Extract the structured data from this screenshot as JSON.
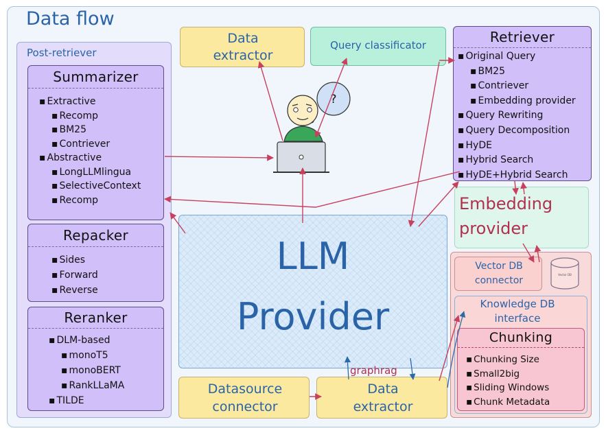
{
  "title": "Data flow",
  "post_retriever": {
    "label": "Post-retriever",
    "summarizer": {
      "title": "Summarizer",
      "items": [
        {
          "text": "Extractive",
          "indent": 0
        },
        {
          "text": "Recomp",
          "indent": 1
        },
        {
          "text": "BM25",
          "indent": 1
        },
        {
          "text": "Contriever",
          "indent": 1
        },
        {
          "text": "Abstractive",
          "indent": 0
        },
        {
          "text": "LongLLMlingua",
          "indent": 1
        },
        {
          "text": "SelectiveContext",
          "indent": 1
        },
        {
          "text": "Recomp",
          "indent": 1
        }
      ]
    },
    "repacker": {
      "title": "Repacker",
      "items": [
        {
          "text": "Sides",
          "indent": 1
        },
        {
          "text": "Forward",
          "indent": 1
        },
        {
          "text": "Reverse",
          "indent": 1
        }
      ]
    },
    "reranker": {
      "title": "Reranker",
      "items": [
        {
          "text": "DLM-based",
          "indent": 0
        },
        {
          "text": "monoT5",
          "indent": 1
        },
        {
          "text": "monoBERT",
          "indent": 1
        },
        {
          "text": "RankLLaMA",
          "indent": 1
        },
        {
          "text": "TILDE",
          "indent": 0
        }
      ]
    }
  },
  "data_extractor_top": "Data extractor",
  "query_classificator": "Query classificator",
  "question_mark": "?",
  "retriever": {
    "title": "Retriever",
    "items": [
      {
        "text": "Original Query",
        "indent": 0
      },
      {
        "text": "BM25",
        "indent": 1
      },
      {
        "text": "Contriever",
        "indent": 1
      },
      {
        "text": "Embedding provider",
        "indent": 1
      },
      {
        "text": "Query Rewriting",
        "indent": 0
      },
      {
        "text": "Query Decomposition",
        "indent": 0
      },
      {
        "text": "HyDE",
        "indent": 0
      },
      {
        "text": "Hybrid Search",
        "indent": 0
      },
      {
        "text": "HyDE+Hybrid Search",
        "indent": 0
      }
    ]
  },
  "embedding_provider": "Embedding provider",
  "llm_provider": {
    "line1": "LLM",
    "line2": "Provider"
  },
  "vector_db": {
    "label": "Vector DB connector",
    "cylinder_label": "Vector DB"
  },
  "knowledge_db": "Knowledge DB interface",
  "chunking": {
    "title": "Chunking",
    "items": [
      {
        "text": "Chunking Size",
        "indent": 0
      },
      {
        "text": "Small2big",
        "indent": 0
      },
      {
        "text": "Sliding Windows",
        "indent": 0
      },
      {
        "text": "Chunk Metadata",
        "indent": 0
      }
    ]
  },
  "datasource_connector": "Datasource connector",
  "data_extractor_bottom": "Data extractor",
  "graphrag": "graphrag",
  "colors": {
    "arrow": "#c7405e",
    "title": "#2a63a8",
    "embedding_text": "#b2304f"
  }
}
